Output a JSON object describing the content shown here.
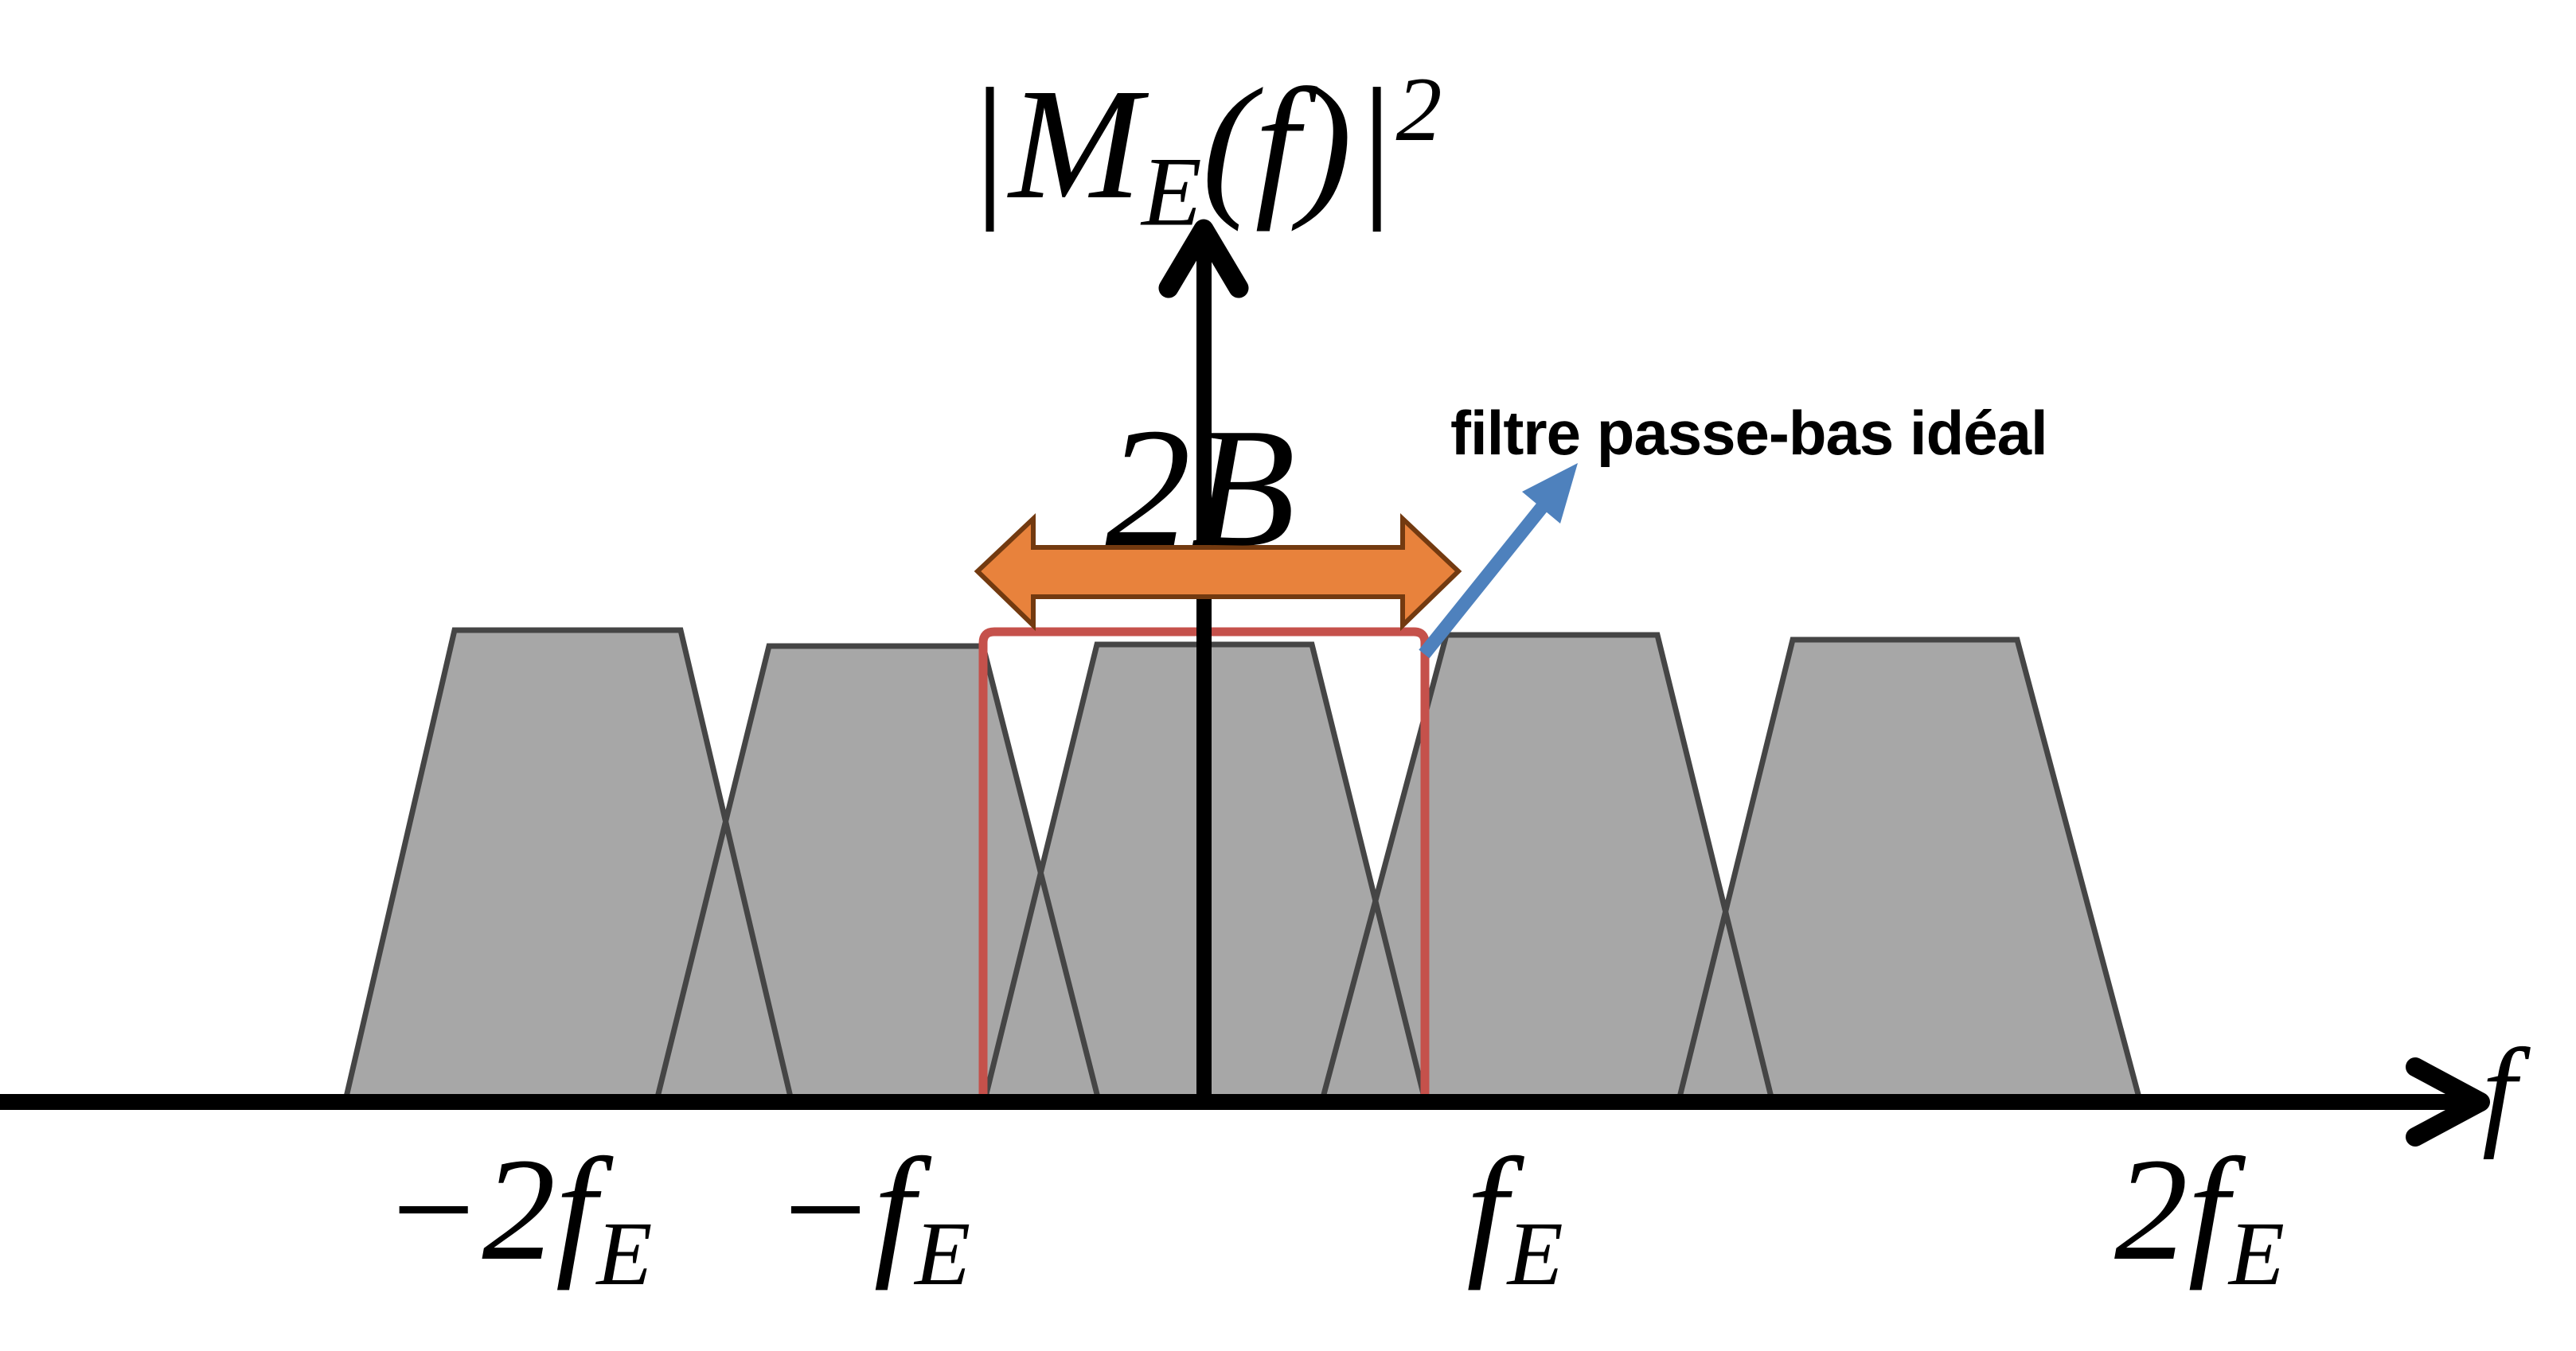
{
  "diagram": {
    "title": {
      "part1": "|M",
      "subscript": "E",
      "part2": "(f)|",
      "superscript": "2"
    },
    "bandwidth_label": "2B",
    "filter_annotation": "filtre passe-bas idéal",
    "axis": {
      "x_label": "f",
      "ticks": [
        {
          "main": "−2f",
          "sub": "E"
        },
        {
          "main": "−f",
          "sub": "E"
        },
        {
          "main": "f",
          "sub": "E"
        },
        {
          "main": "2f",
          "sub": "E"
        }
      ]
    },
    "colors": {
      "spectrum_fill": "#A7A7A7",
      "spectrum_outline": "#454545",
      "axis": "#000000",
      "filter_outline": "#C5514B",
      "bandwidth_arrow_fill": "#E8823C",
      "bandwidth_arrow_outline": "#733A10",
      "callout_arrow": "#4E81BD",
      "text": "#000000"
    }
  }
}
